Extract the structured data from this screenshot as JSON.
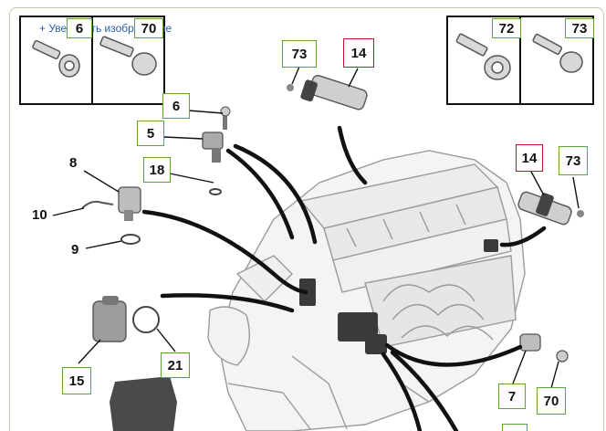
{
  "enlarge_link": "+ Увеличить изображение",
  "colors": {
    "frame": "#c9c2b0",
    "label_green": "#5aa52f",
    "label_red": "#c3122d",
    "link": "#2b5fa8"
  },
  "labels": {
    "inset_left_6": "6",
    "inset_left_70": "70",
    "inset_right_72": "72",
    "inset_right_73": "73",
    "top_73": "73",
    "top_14": "14",
    "part_6": "6",
    "part_5": "5",
    "part_18": "18",
    "part_8": "8",
    "part_10": "10",
    "part_9": "9",
    "right_14": "14",
    "right_73": "73",
    "part_15": "15",
    "part_21": "21",
    "part_7": "7",
    "bottom_70": "70"
  }
}
